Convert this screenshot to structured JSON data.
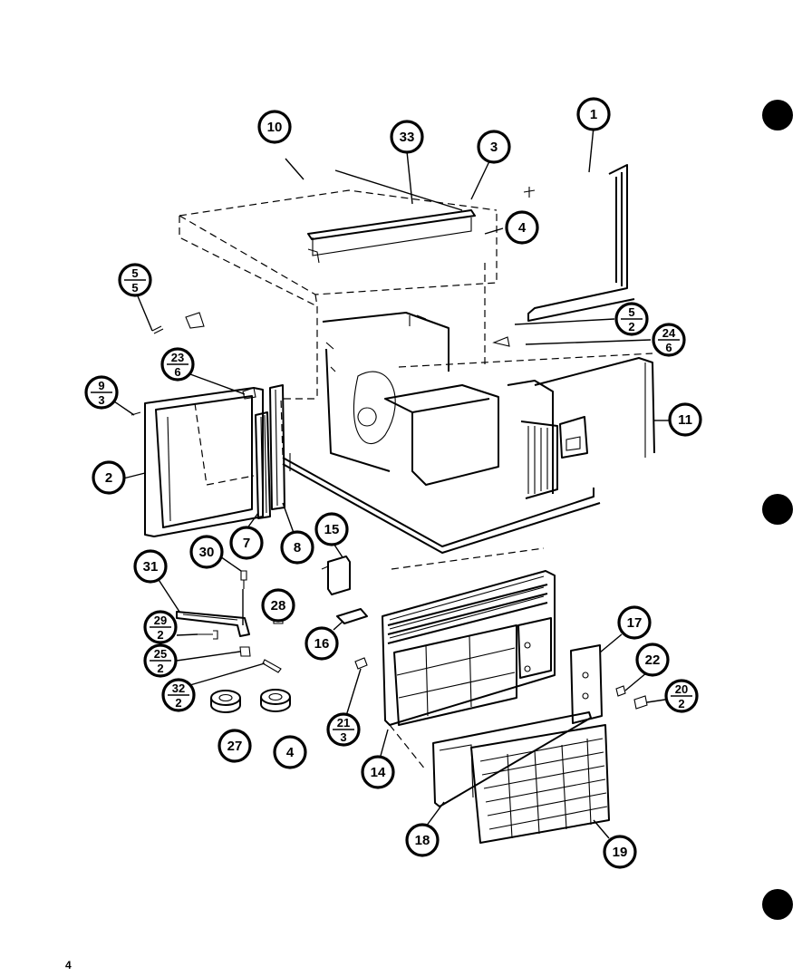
{
  "diagram": {
    "page_number": "4",
    "callouts": [
      {
        "id": "c1",
        "label": "1"
      },
      {
        "id": "c10",
        "label": "10"
      },
      {
        "id": "c33",
        "label": "33"
      },
      {
        "id": "c3",
        "label": "3"
      },
      {
        "id": "c4a",
        "label": "4"
      },
      {
        "id": "c5-5",
        "num": "5",
        "den": "5"
      },
      {
        "id": "c5-2",
        "num": "5",
        "den": "2"
      },
      {
        "id": "c24-6",
        "num": "24",
        "den": "6"
      },
      {
        "id": "c23-6",
        "num": "23",
        "den": "6"
      },
      {
        "id": "c9-3",
        "num": "9",
        "den": "3"
      },
      {
        "id": "c11",
        "label": "11"
      },
      {
        "id": "c2",
        "label": "2"
      },
      {
        "id": "c7",
        "label": "7"
      },
      {
        "id": "c8",
        "label": "8"
      },
      {
        "id": "c31",
        "label": "31"
      },
      {
        "id": "c30",
        "label": "30"
      },
      {
        "id": "c15",
        "label": "15"
      },
      {
        "id": "c28",
        "label": "28"
      },
      {
        "id": "c29-2",
        "num": "29",
        "den": "2"
      },
      {
        "id": "c25-2",
        "num": "25",
        "den": "2"
      },
      {
        "id": "c32-2",
        "num": "32",
        "den": "2"
      },
      {
        "id": "c16",
        "label": "16"
      },
      {
        "id": "c17",
        "label": "17"
      },
      {
        "id": "c22",
        "label": "22"
      },
      {
        "id": "c20-2",
        "num": "20",
        "den": "2"
      },
      {
        "id": "c21-3",
        "num": "21",
        "den": "3"
      },
      {
        "id": "c27",
        "label": "27"
      },
      {
        "id": "c4b",
        "label": "4"
      },
      {
        "id": "c14",
        "label": "14"
      },
      {
        "id": "c18",
        "label": "18"
      },
      {
        "id": "c19",
        "label": "19"
      }
    ],
    "colors": {
      "ink": "#000000",
      "paper": "#ffffff"
    }
  }
}
